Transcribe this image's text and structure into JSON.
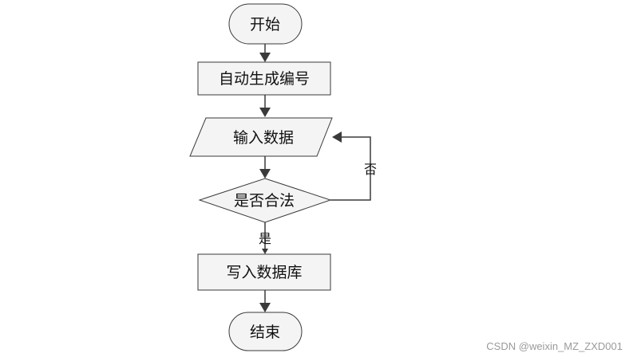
{
  "diagram": {
    "nodes": {
      "start": "开始",
      "autogen": "自动生成编号",
      "input": "输入数据",
      "check": "是否合法",
      "write": "写入数据库",
      "end": "结束"
    },
    "edges": {
      "no_label": "否",
      "yes_label": "是"
    }
  },
  "watermark": "CSDN @weixin_MZ_ZXD001"
}
